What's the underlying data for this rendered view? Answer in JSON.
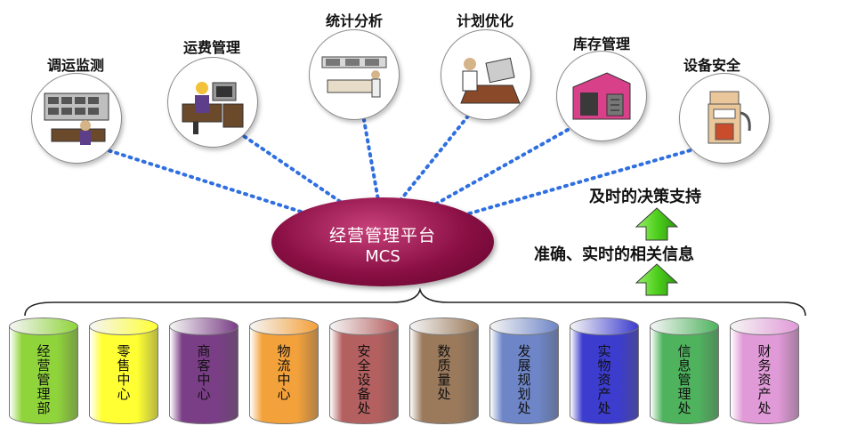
{
  "functions": [
    {
      "label": "调运监测",
      "icon": "monitoring-room-icon"
    },
    {
      "label": "运费管理",
      "icon": "freight-desk-icon"
    },
    {
      "label": "统计分析",
      "icon": "statistics-lab-icon"
    },
    {
      "label": "计划优化",
      "icon": "planning-laptop-icon"
    },
    {
      "label": "库存管理",
      "icon": "warehouse-icon"
    },
    {
      "label": "设备安全",
      "icon": "fuel-pump-icon"
    }
  ],
  "platform": {
    "name": "经营管理平台",
    "code": "MCS"
  },
  "flows": {
    "upper": "及时的决策支持",
    "lower": "准确、实时的相关信息"
  },
  "departments": [
    {
      "label": "经营管理部",
      "color": "#8fd43a"
    },
    {
      "label": "零售中心",
      "color": "#ffff33"
    },
    {
      "label": "商客中心",
      "color": "#7a3e86"
    },
    {
      "label": "物流中心",
      "color": "#f3a13a"
    },
    {
      "label": "安全设备处",
      "color": "#b56060"
    },
    {
      "label": "数质量处",
      "color": "#9b7a5c"
    },
    {
      "label": "发展规划处",
      "color": "#6e86c8"
    },
    {
      "label": "实物资产处",
      "color": "#3c3ccf"
    },
    {
      "label": "信息管理处",
      "color": "#4fb35e"
    },
    {
      "label": "财务资产处",
      "color": "#e19ad8"
    }
  ],
  "colors": {
    "connector": "#2f6fe0",
    "arrow": "#5bd42c",
    "hub": "#8a0f44"
  }
}
